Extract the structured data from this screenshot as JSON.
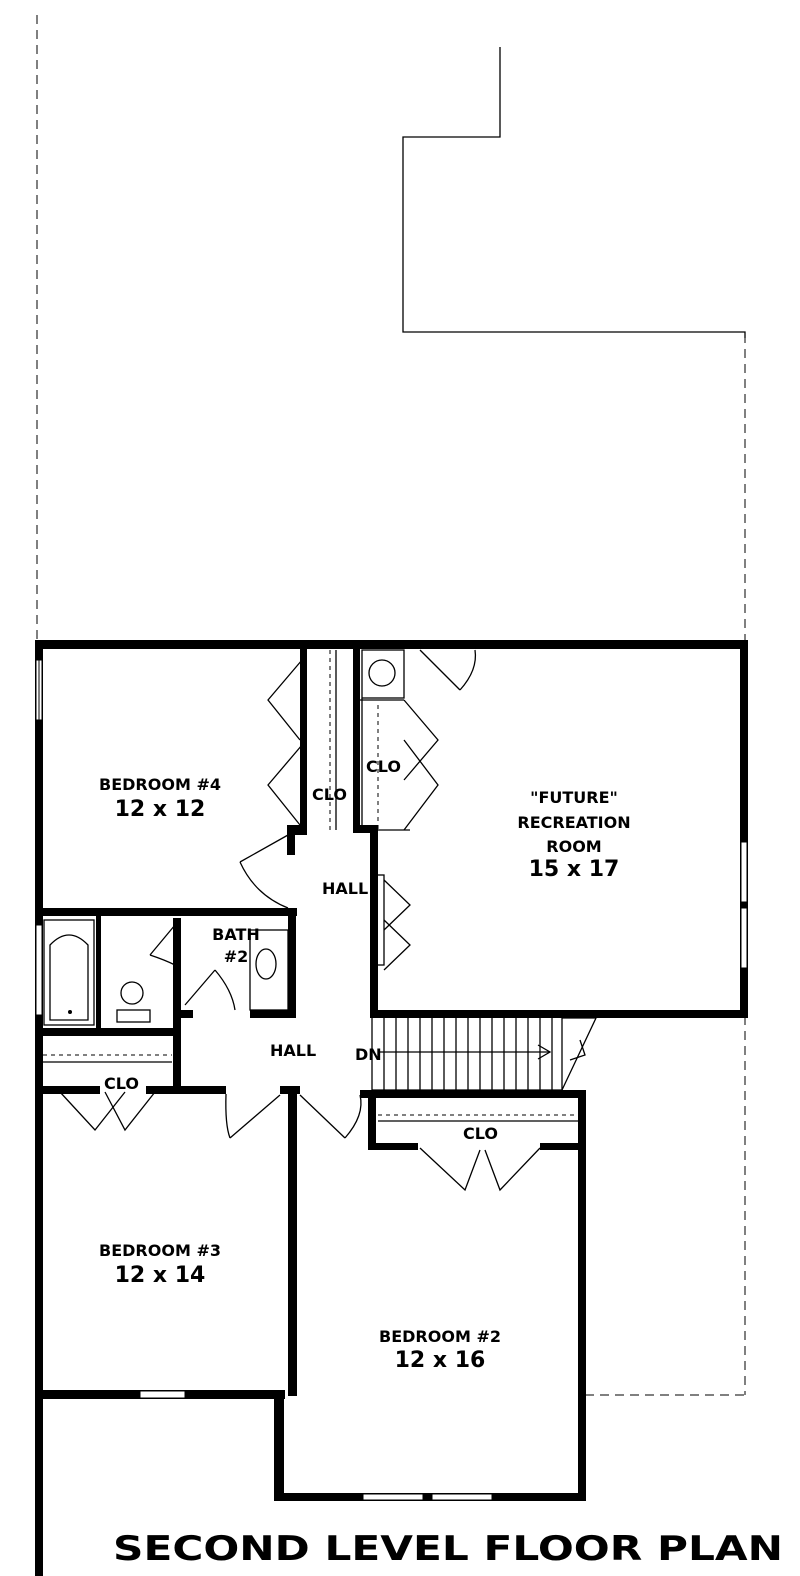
{
  "title": "SECOND LEVEL FLOOR PLAN",
  "rooms": {
    "bedroom4": {
      "name": "BEDROOM #4",
      "size": "12 x 12"
    },
    "future": {
      "line1": "\"FUTURE\"",
      "line2": "RECREATION",
      "line3": "ROOM",
      "size": "15 x 17"
    },
    "bath2": {
      "line1": "BATH",
      "line2": "#2"
    },
    "bedroom3": {
      "name": "BEDROOM #3",
      "size": "12 x 14"
    },
    "bedroom2": {
      "name": "BEDROOM #2",
      "size": "12 x 16"
    }
  },
  "labels": {
    "clo_b4": "CLO",
    "clo_future": "CLO",
    "clo_b3": "CLO",
    "clo_b2": "CLO",
    "hall_upper": "HALL",
    "hall_lower": "HALL",
    "stair_dn": "DN"
  }
}
